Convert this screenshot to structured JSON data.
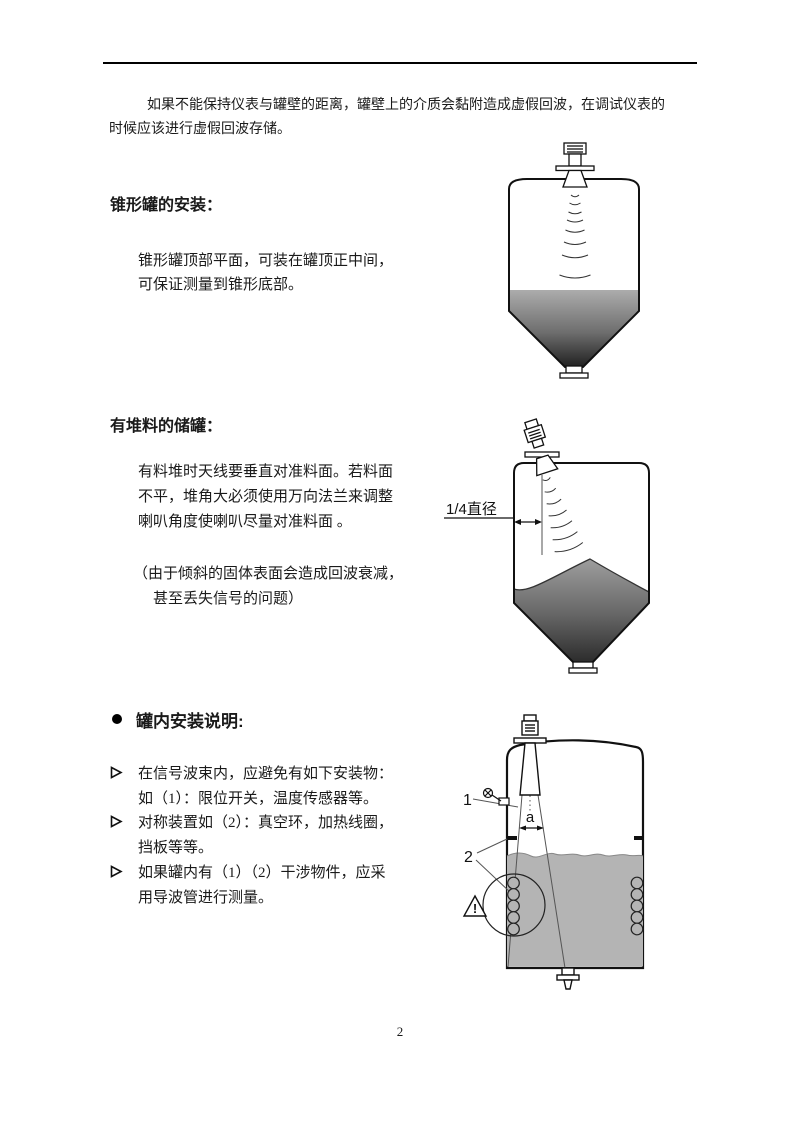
{
  "page": {
    "background_color": "#ffffff",
    "text_color": "#1a1a1a",
    "number": "2"
  },
  "intro": {
    "line1": "如果不能保持仪表与罐壁的距离，罐壁上的介质会黏附造成虚假回波，在调试仪表的",
    "line2": "时候应该进行虚假回波存储。"
  },
  "cone_section": {
    "heading": "锥形罐的安装：",
    "body_line1": "锥形罐顶部平面，可装在罐顶正中间，",
    "body_line2": "可保证测量到锥形底部。",
    "figure": {
      "name": "conical-tank-with-radar-sensor",
      "material_top_color": "#acacac",
      "material_bottom_color": "#202020"
    }
  },
  "heap_section": {
    "heading": "有堆料的储罐：",
    "body_line1": "有料堆时天线要垂直对准料面。若料面",
    "body_line2": "不平，堆角大必须使用万向法兰来调整",
    "body_line3": "喇叭角度使喇叭尽量对准料面 。",
    "note_line1": "（由于倾斜的固体表面会造成回波衰减，",
    "note_line2": "甚至丢失信号的问题）",
    "figure": {
      "name": "heaped-material-tank-with-tilted-sensor",
      "dim_label": "1/4直径",
      "material_top_color": "#9e9e9e",
      "material_bottom_color": "#2b2b2b"
    }
  },
  "internal_section": {
    "icons": {
      "heading_bullet": "filled-circle",
      "item_marker": "arrow-right-outline"
    },
    "heading": "罐内安装说明:",
    "rows": [
      {
        "text": "在信号波束内，应避免有如下安装物："
      },
      {
        "text": "如（1）：限位开关，温度传感器等。"
      },
      {
        "text": "对称装置如（2）：真空环，加热线圈，"
      },
      {
        "text": "挡板等等。"
      },
      {
        "text": "如果罐内有（1）（2）干涉物件，应采"
      },
      {
        "text": "用导波管进行测量。"
      }
    ],
    "figure": {
      "name": "tank-internals-interference-diagram",
      "label_1": "1",
      "label_2": "2",
      "label_beam_width": "a",
      "warning_mark": "!",
      "liquid_color": "#b4b4b4"
    }
  },
  "footer": {
    "page_number": "2"
  }
}
